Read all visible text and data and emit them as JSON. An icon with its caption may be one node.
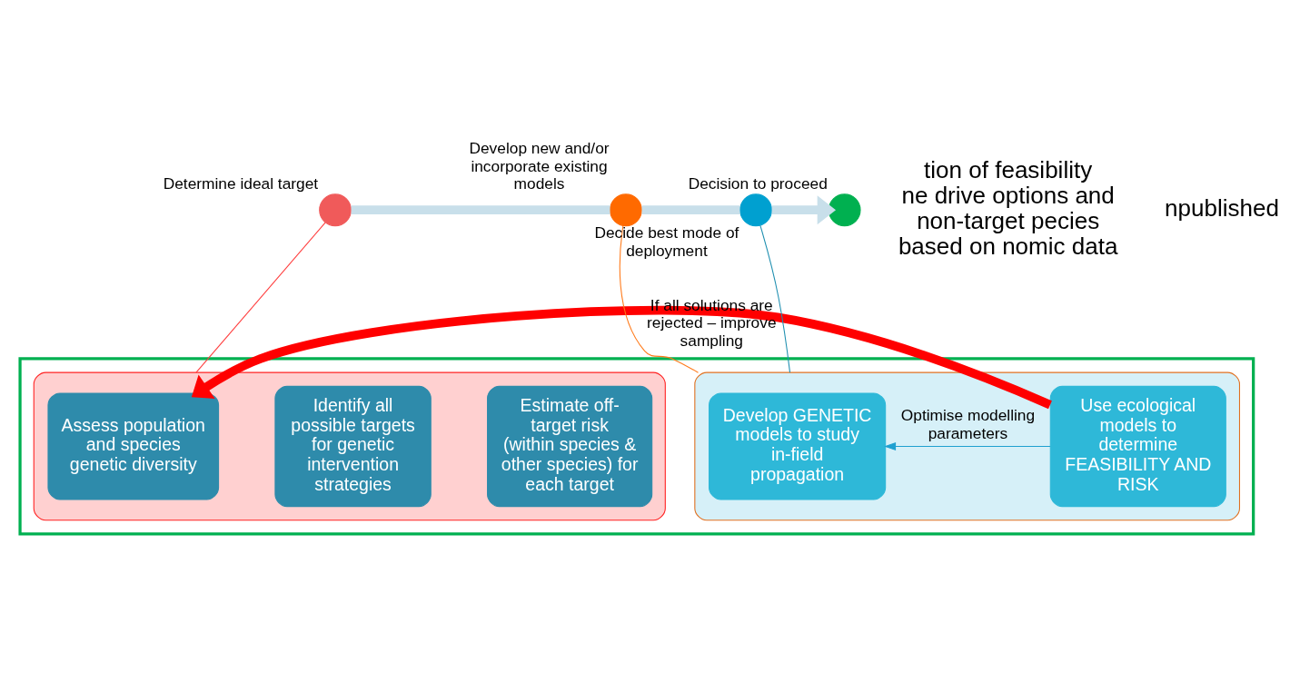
{
  "diagram": {
    "nodes": [
      {
        "text": [],
        "shape": "circle",
        "beside": [
          "Determine ideal target"
        ]
      },
      {
        "text": [],
        "shape": "circle",
        "beside": [
          "Develop new and/or incorporate existing models"
        ]
      },
      {
        "text": [],
        "shape": "circle",
        "beside": [
          "Decide best mode of deployment"
        ]
      },
      {
        "text": [],
        "shape": "circle",
        "beside": [
          "Decision to proceed"
        ]
      },
      {
        "text": [],
        "shape": "arrow"
      },
      {
        "text": [],
        "shape": "box",
        "in": 4
      },
      {
        "text": [
          "Assess population and species genetic diversity"
        ],
        "in": 5
      },
      {
        "text": [
          "Identify all possible targets for genetic intervention strategies"
        ],
        "in": 5
      },
      {
        "text": [
          "Estimate off-target risk (within species & other species) for each target"
        ],
        "in": 5
      },
      {
        "text": [],
        "shape": "box",
        "in": 4
      },
      {
        "text": [
          "Develop GENETIC models to study in-field propagation"
        ],
        "in": 9
      },
      {
        "text": [
          "Use ecological models to determine FEASIBILITY AND RISK"
        ],
        "in": 9
      }
    ],
    "edges": [
      {
        "from": 0,
        "to": 1,
        "arrow": "none",
        "style": "thick",
        "color": "#c8dfea"
      },
      {
        "from": 1,
        "to": 2,
        "arrow": "none",
        "style": "thick",
        "color": "#c8dfea"
      },
      {
        "from": 2,
        "to": 3,
        "arrow": "to",
        "style": "thick",
        "color": "#c8dfea"
      },
      {
        "from": 0,
        "to": 5,
        "arrow": "none",
        "color": "#ff4040"
      },
      {
        "from": 1,
        "to": 9,
        "arrow": "none",
        "color": "#ff7a1a"
      },
      {
        "from": 2,
        "to": 9,
        "arrow": "none",
        "color": "#1f8fb0"
      },
      {
        "from": 11,
        "to": 6,
        "arrow": "to",
        "label": "If all solutions are rejected – improve sampling",
        "style": "thick",
        "color": "#ff0000"
      },
      {
        "from": 11,
        "to": 10,
        "arrow": "to",
        "label": "Optimise modelling parameters",
        "color": "#1fa0d0"
      }
    ],
    "labels": [
      "tion of feasibility ne drive options and non-target pecies based on nomic data",
      "npublished"
    ]
  }
}
